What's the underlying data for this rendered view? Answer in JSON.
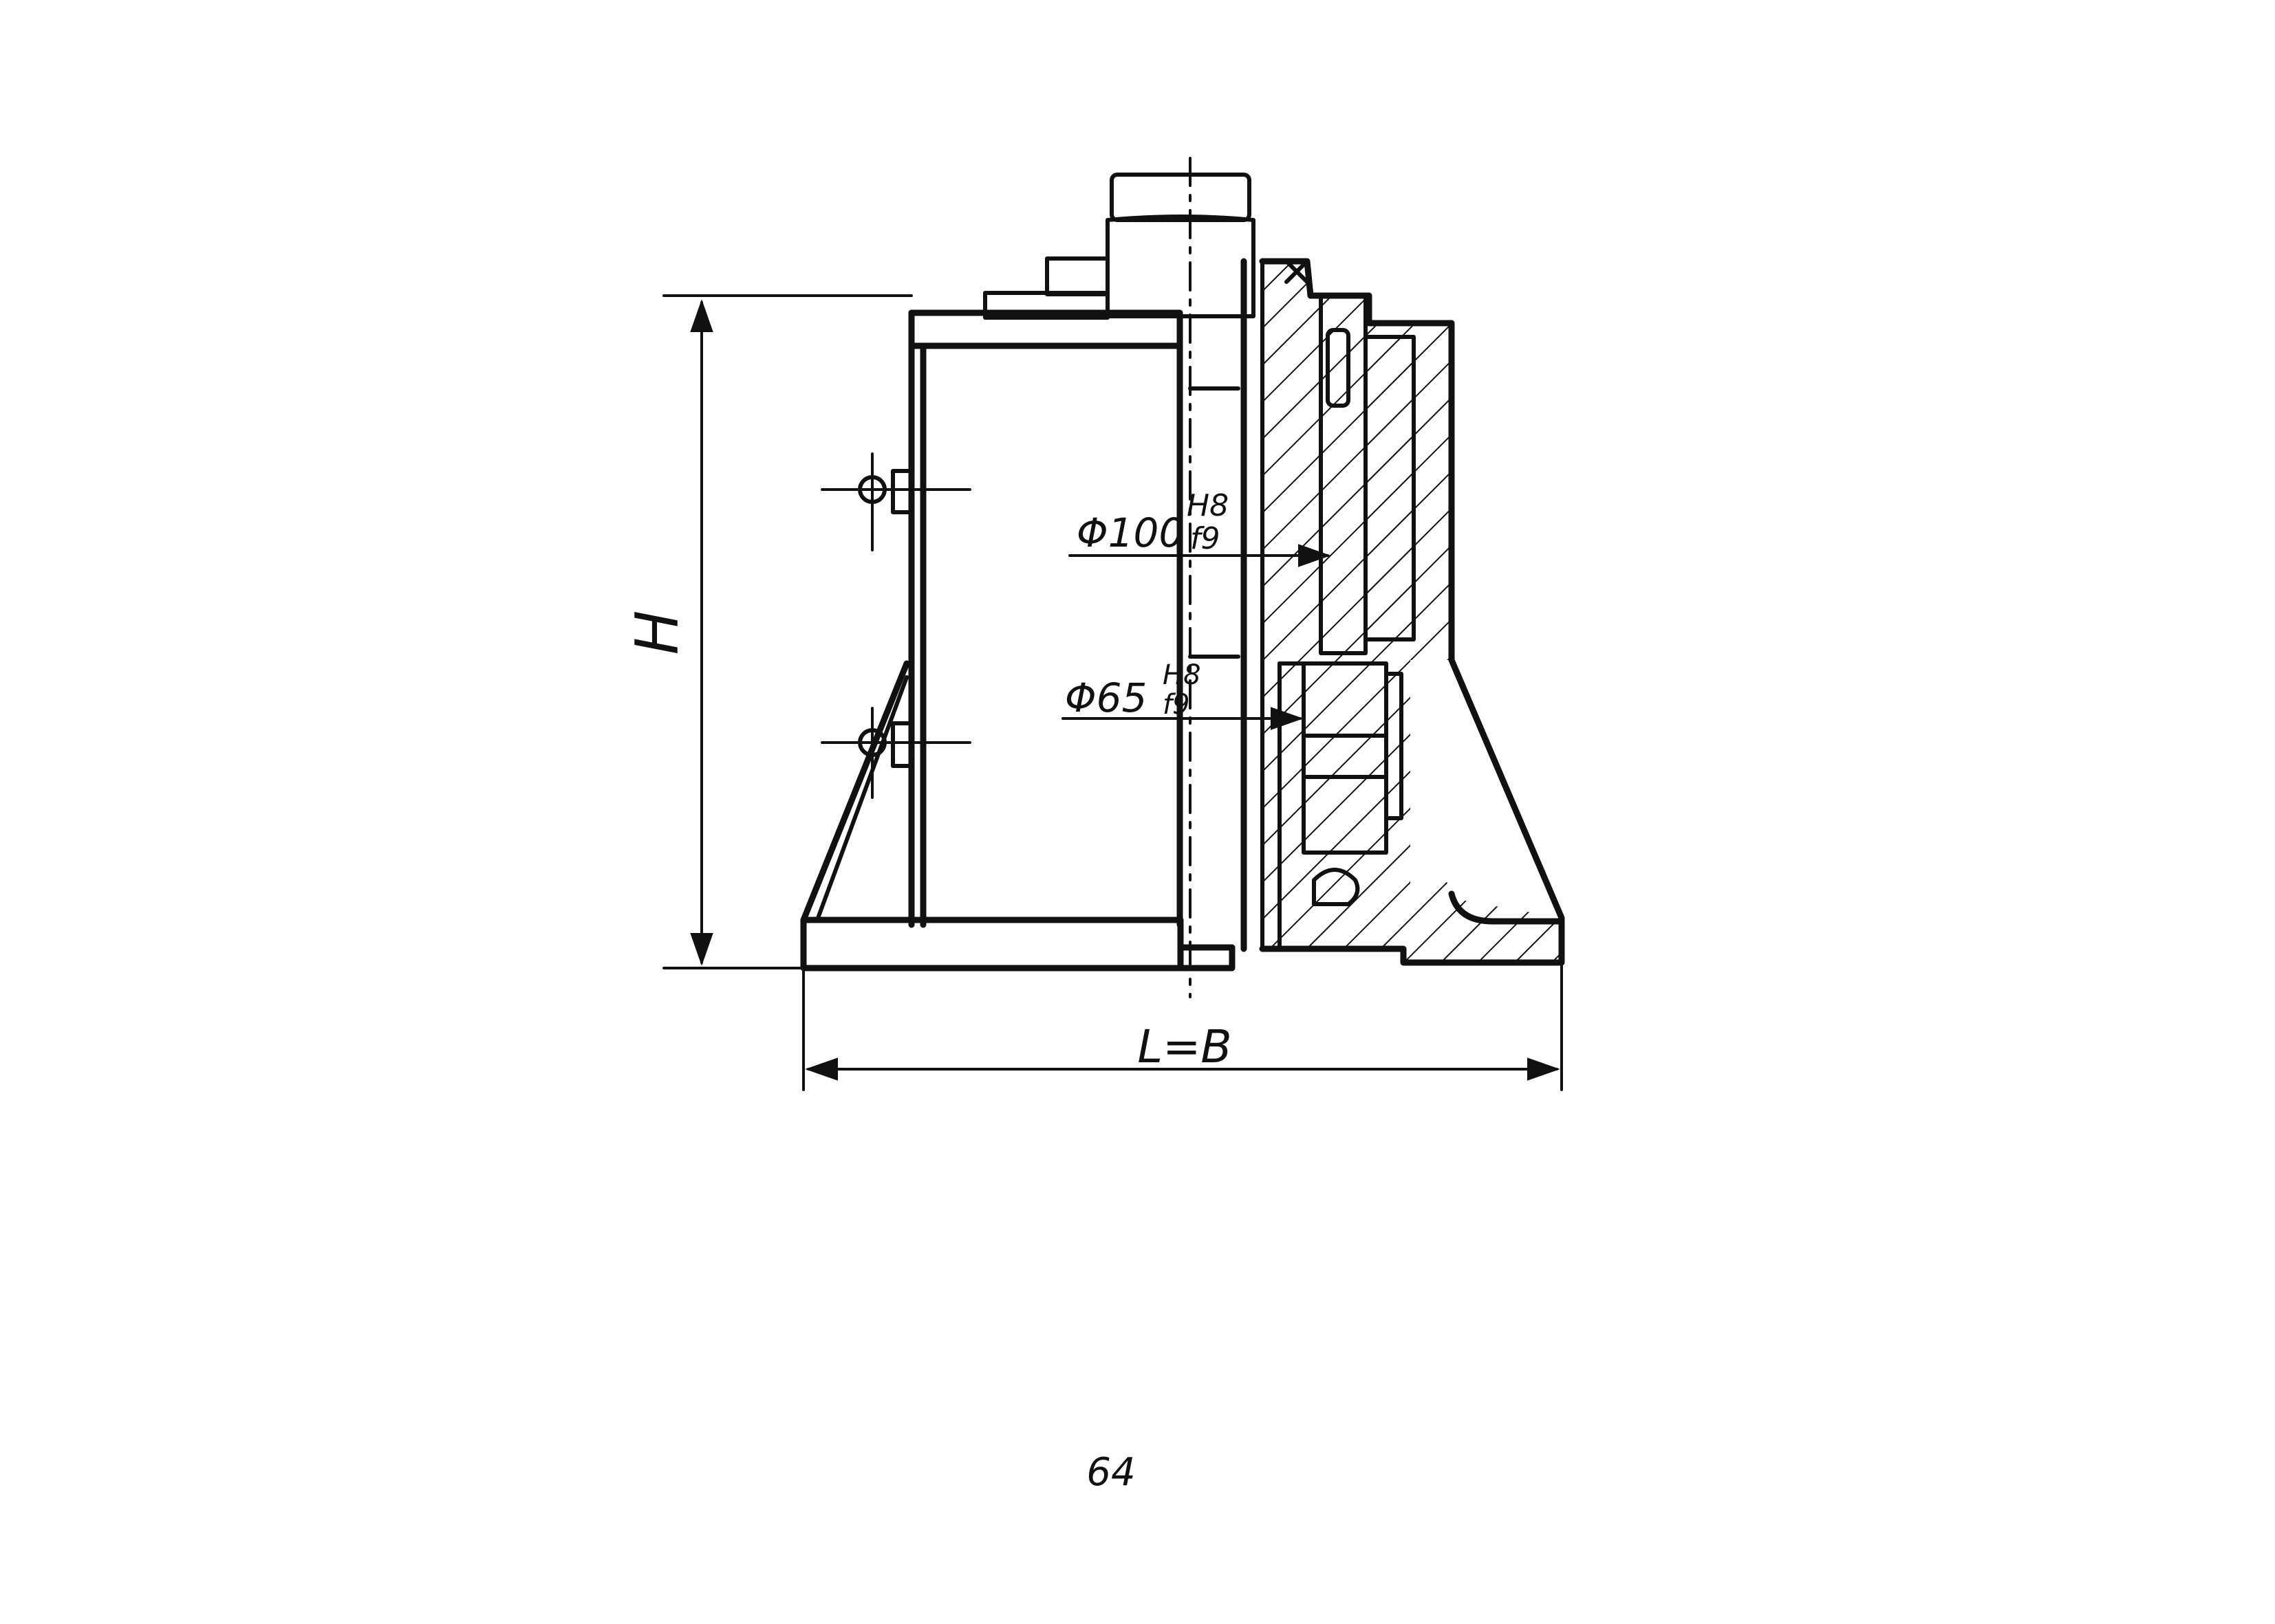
{
  "drawing": {
    "labels": {
      "height_dim": "H",
      "width_dim": "L=B",
      "bore_upper_dia": "Φ100",
      "bore_upper_fit_top": "H8",
      "bore_upper_fit_bottom": "f9",
      "bore_lower_dia": "Φ65",
      "bore_lower_fit_top": "H8",
      "bore_lower_fit_bottom": "f9"
    },
    "ink_color": "#111111",
    "background_color": "#ffffff"
  },
  "page": {
    "number": "64"
  }
}
